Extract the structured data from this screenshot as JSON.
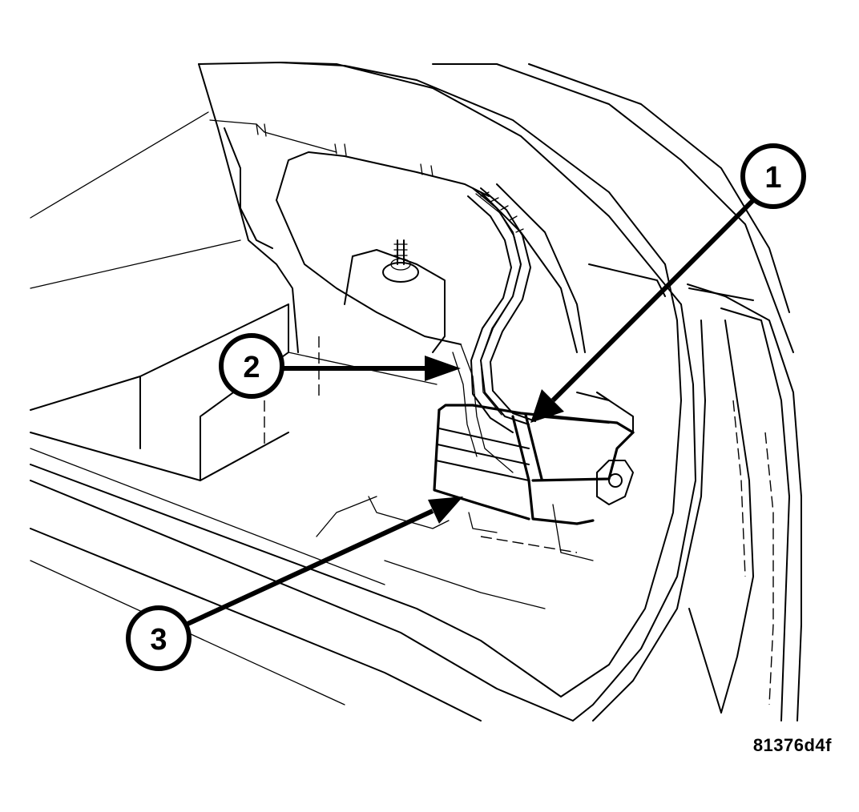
{
  "callouts": [
    {
      "id": "callout-1",
      "label": "1"
    },
    {
      "id": "callout-2",
      "label": "2"
    },
    {
      "id": "callout-3",
      "label": "3"
    }
  ],
  "figure_id": "81376d4f",
  "colors": {
    "ink": "#000000",
    "paper": "#ffffff"
  }
}
